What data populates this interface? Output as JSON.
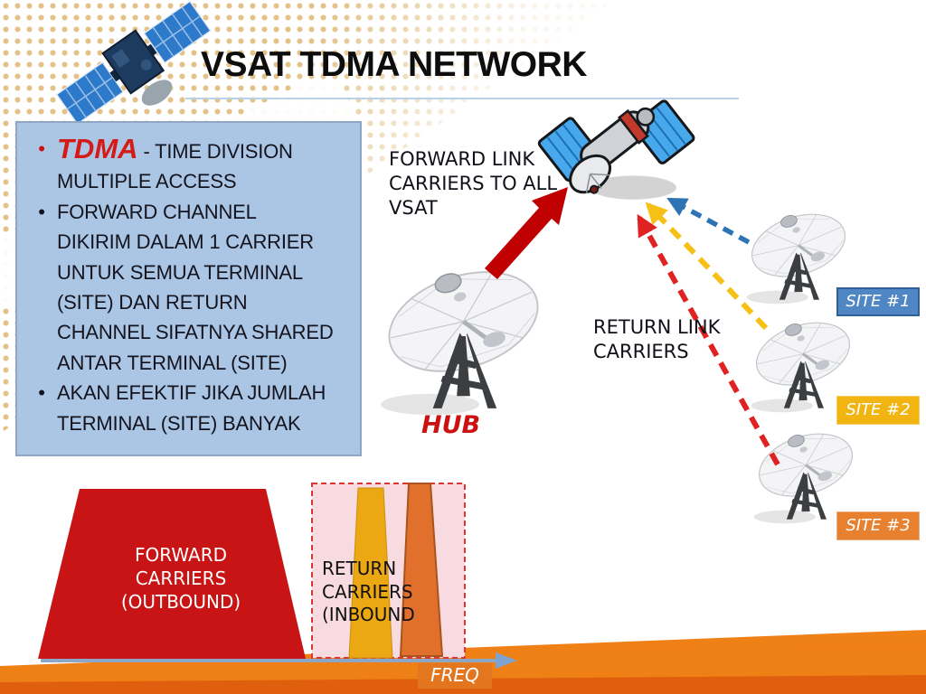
{
  "slide_title": "VSAT TDMA NETWORK",
  "info_box": {
    "bullets": [
      {
        "lead": "TDMA",
        "lines": [
          " - TIME DIVISION",
          "MULTIPLE ACCESS"
        ]
      },
      {
        "lines": [
          "FORWARD CHANNEL",
          "DIKIRIM DALAM 1 CARRIER",
          "UNTUK SEMUA TERMINAL",
          "(SITE)  DAN RETURN",
          "CHANNEL SIFATNYA SHARED",
          "ANTAR TERMINAL (SITE)"
        ]
      },
      {
        "lines": [
          "AKAN EFEKTIF JIKA JUMLAH",
          "TERMINAL (SITE) BANYAK"
        ]
      }
    ]
  },
  "network": {
    "forward_link_lines": [
      "FORWARD LINK",
      "CARRIERS TO ALL",
      "VSAT"
    ],
    "return_link_lines": [
      "RETURN LINK",
      "CARRIERS"
    ],
    "hub_label": "HUB",
    "site_labels": [
      "SITE #1",
      "SITE #2",
      "SITE #3"
    ]
  },
  "spectrum": {
    "forward_lines": [
      "FORWARD",
      "CARRIERS",
      "(OUTBOUND)"
    ],
    "return_lines": [
      "RETURN",
      "CARRIERS",
      "(INBOUND"
    ],
    "freq_label": "FREQ"
  },
  "icons": [
    "satellite-icon",
    "satellite-dish-icon",
    "dashed-uplink-arrows",
    "forward-uplink-arrow",
    "freq-axis-arrow"
  ],
  "colors": {
    "accent_red": "#cb1111",
    "tdma_red": "#d41b18",
    "dashed_red": "#e02222",
    "dashed_yellow": "#f6c117",
    "dashed_blue": "#2e74b5",
    "site1_blue": "#4f86c4",
    "site2_amber": "#f2b411",
    "site3_orange": "#e8812f",
    "info_box_blue": "#abc5e4",
    "band_orange": "#f28c1e",
    "pink_panel": "#f7dbe0",
    "freq_axis_blue": "#8ba6c6"
  }
}
